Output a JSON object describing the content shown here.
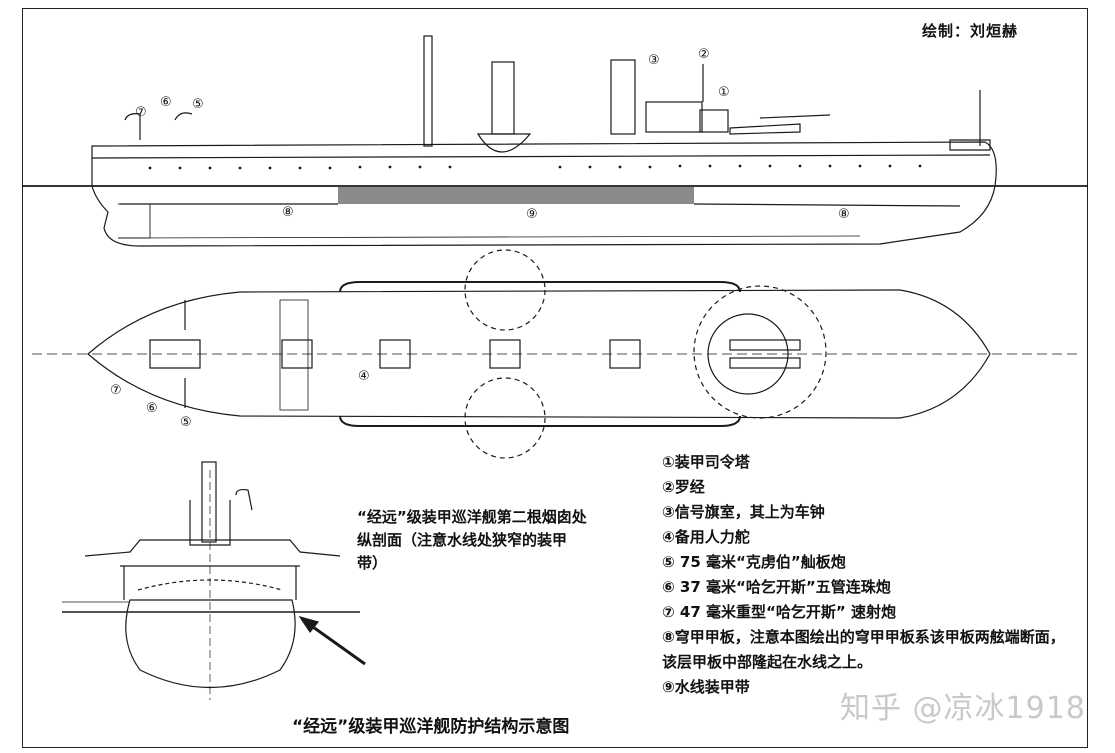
{
  "credit": "绘制：刘烜赫",
  "markers": {
    "m1": "①",
    "m2": "②",
    "m3": "③",
    "m4": "④",
    "m5": "⑤",
    "m6": "⑥",
    "m7": "⑦",
    "m8": "⑧",
    "m9": "⑨"
  },
  "section_caption": "“经远”级装甲巡洋舰第二根烟囱处纵剖面（注意水线处狭窄的装甲带）",
  "figure_title": "“经远”级装甲巡洋舰防护结构示意图",
  "legend": [
    "①装甲司令塔",
    "②罗经",
    "③信号旗室，其上为车钟",
    "④备用人力舵",
    "⑤ 75 毫米“克虏伯”舢板炮",
    "⑥ 37 毫米“哈乞开斯”五管连珠炮",
    "⑦ 47 毫米重型“哈乞开斯” 速射炮",
    "⑧穹甲甲板，注意本图绘出的穹甲甲板系该甲板两舷端断面，该层甲板中部隆起在水线之上。",
    "⑨水线装甲带"
  ],
  "watermark": "知乎 @凉冰1918",
  "colors": {
    "line": "#1a1a1a",
    "armor_belt": "#8a8a8a",
    "watermark": "#c9c9c9"
  }
}
